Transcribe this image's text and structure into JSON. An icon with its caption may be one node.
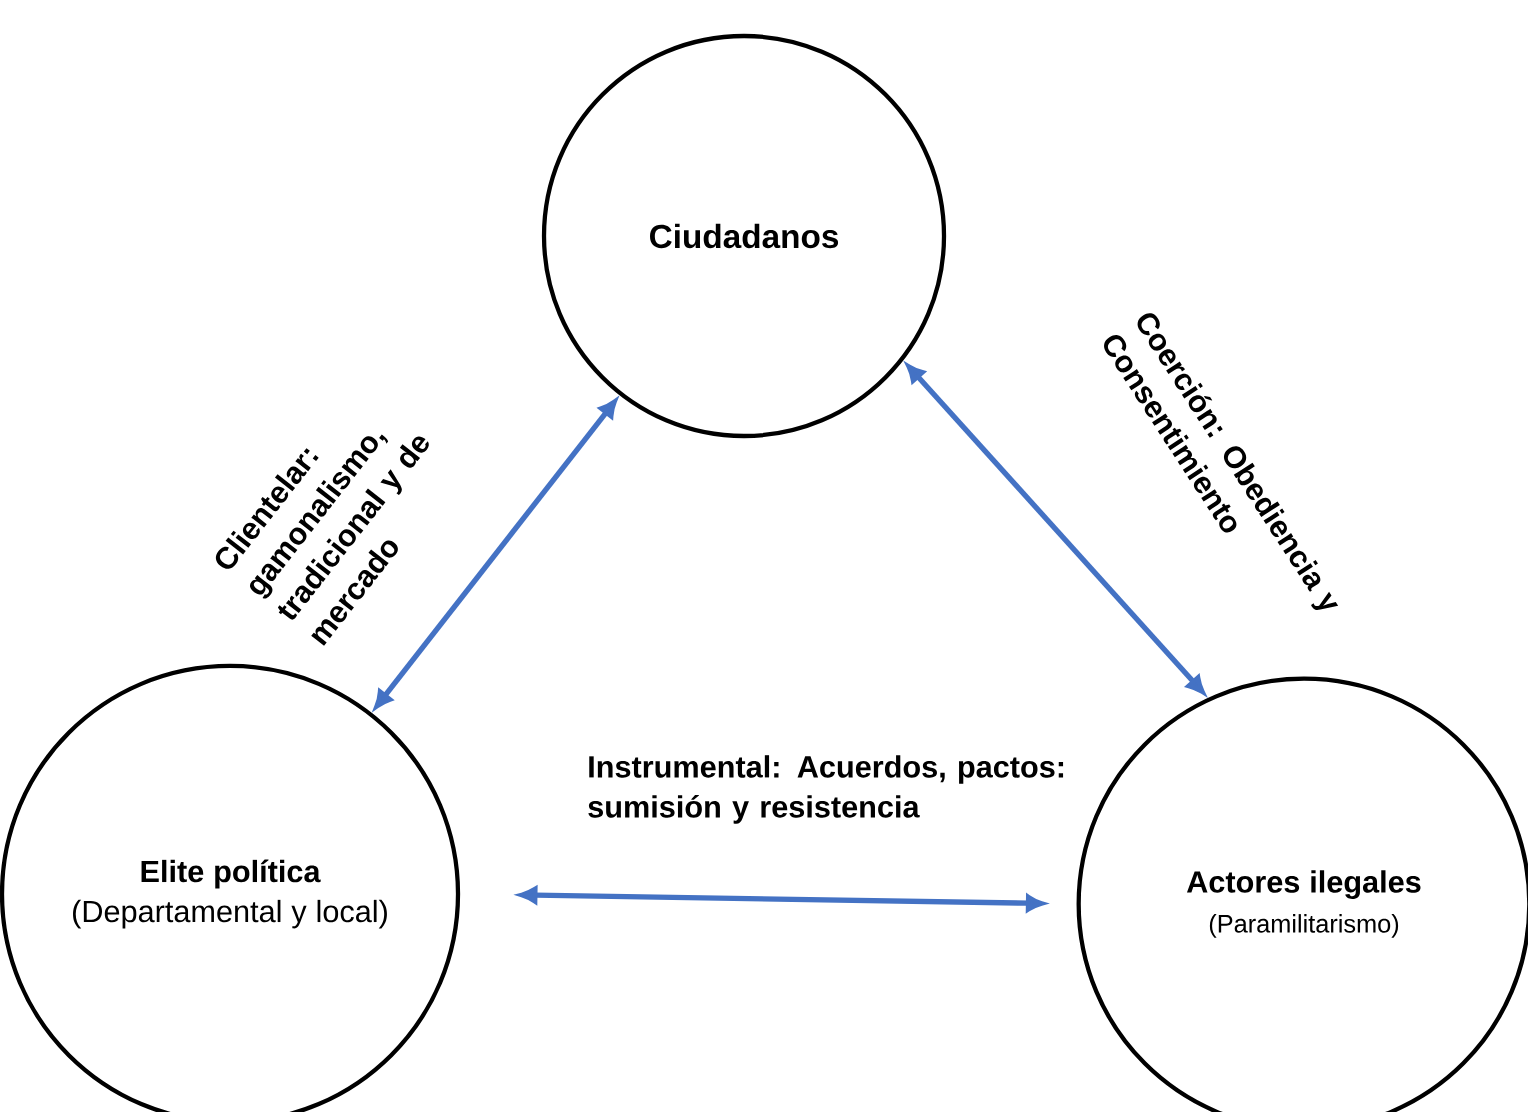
{
  "diagram": {
    "nodes": [
      {
        "text": [
          "Ciudadanos"
        ]
      },
      {
        "text": [
          "Elite política",
          "(Departamental y local)"
        ]
      },
      {
        "text": [
          "Actores ilegales",
          "(Paramilitarismo)"
        ]
      }
    ],
    "edges": [
      {
        "from": 1,
        "to": 0,
        "arrow": "both",
        "label": "Clientelar: gamonalismo, tradicional y de mercado"
      },
      {
        "from": 0,
        "to": 2,
        "arrow": "both",
        "label": "Coerción: Obediencia y Consentimiento"
      },
      {
        "from": 1,
        "to": 2,
        "arrow": "both",
        "label": "Instrumental: Acuerdos, pactos: sumisión y resistencia"
      }
    ]
  }
}
